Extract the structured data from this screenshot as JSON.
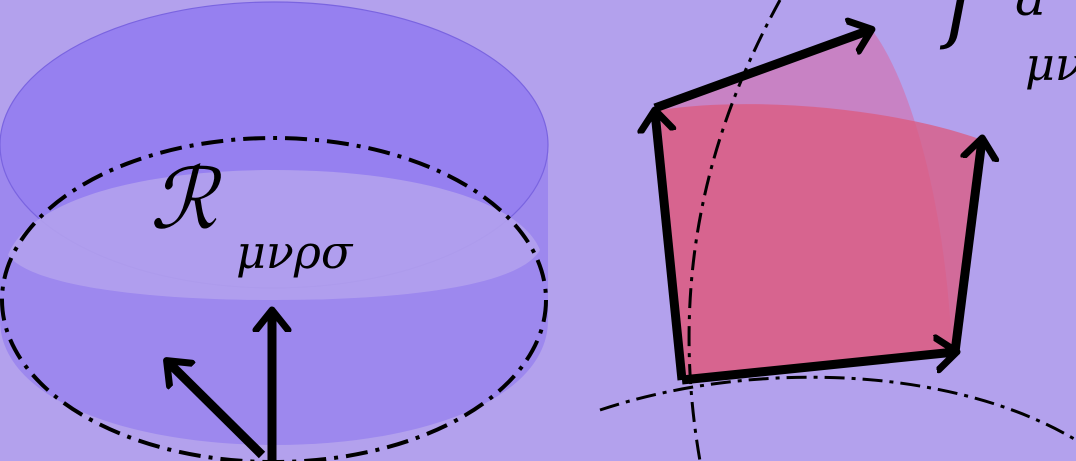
{
  "colors": {
    "background": "#b3a1ed",
    "cylinder_fill": "#8b74ee",
    "cylinder_top": "#9680f0",
    "patch_fill": "#dc5a7e",
    "patch_shadow": "#d86aa2",
    "stroke": "#000000"
  },
  "labels": {
    "curvature_symbol": "ℛ",
    "curvature_indices": "μνρσ",
    "field_symbol": "f",
    "field_superscript": "a",
    "field_subscript": "μν"
  }
}
